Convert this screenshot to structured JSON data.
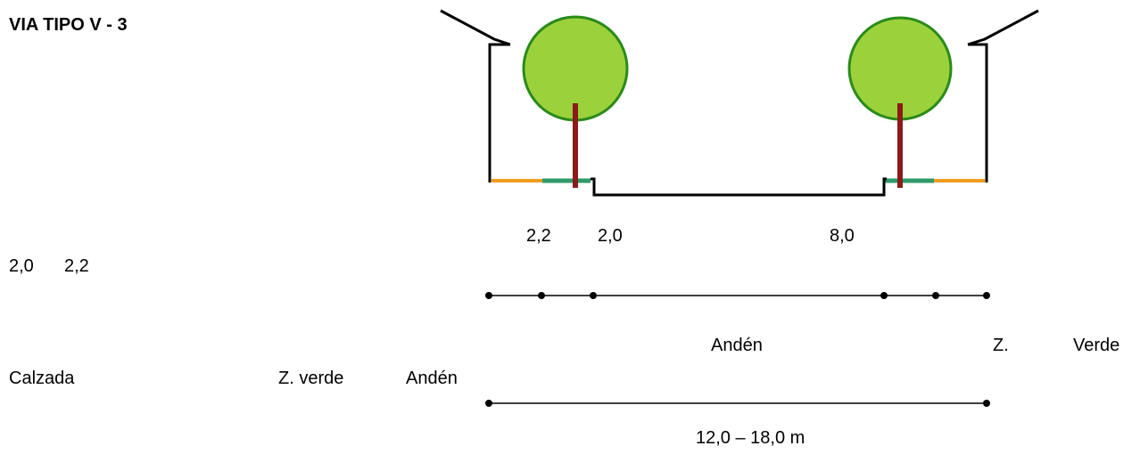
{
  "title": "VIA  TIPO V - 3",
  "dimensions": {
    "top_row": [
      "2,2",
      "2,0",
      "8,0"
    ],
    "second_row": [
      "2,0",
      "2,2"
    ]
  },
  "zones": {
    "anden_right": "Andén",
    "z_right": "Z.",
    "verde_right": "Verde",
    "calzada": "Calzada",
    "z_verde_left": "Z. verde",
    "anden_left": "Andén"
  },
  "total": "12,0 – 18,0 m",
  "colors": {
    "building_line": "#000000",
    "anden": "#f39c1f",
    "zona_verde": "#2e9b6a",
    "tree_crown": "#9bd13a",
    "tree_outline": "#2a8a1a",
    "trunk": "#8b1a1a"
  }
}
